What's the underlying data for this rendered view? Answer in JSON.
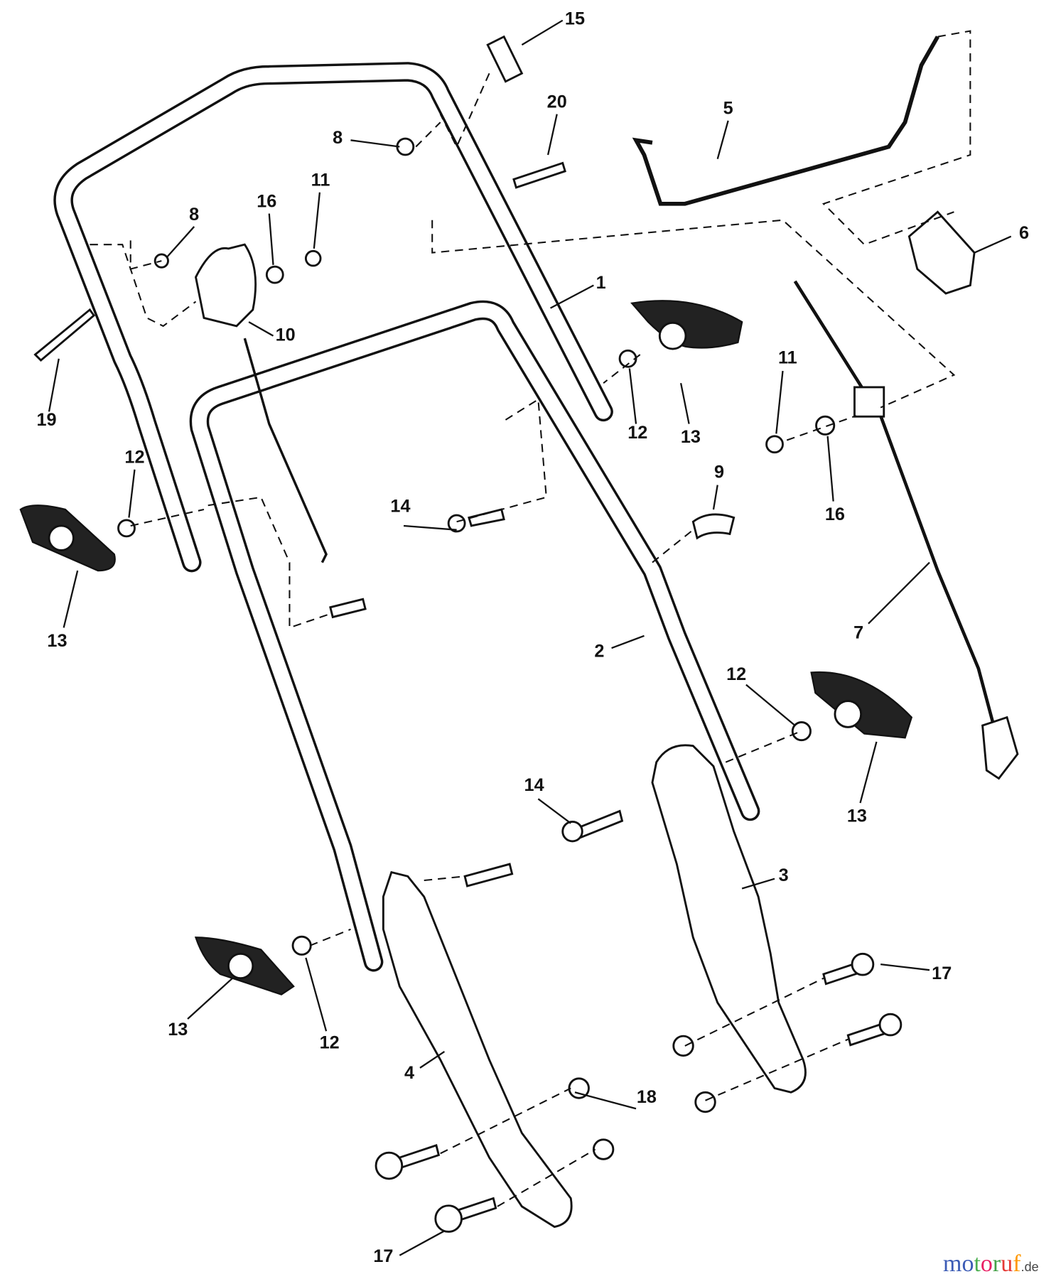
{
  "callouts": [
    "15",
    "20",
    "8",
    "5",
    "8",
    "16",
    "11",
    "6",
    "1",
    "10",
    "19",
    "11",
    "12",
    "13",
    "16",
    "12",
    "9",
    "14",
    "13",
    "7",
    "2",
    "12",
    "13",
    "14",
    "3",
    "17",
    "13",
    "12",
    "4",
    "18",
    "17"
  ],
  "watermark": {
    "text": "motoruf",
    "suffix": ".de",
    "colors": [
      "#3b5bb5",
      "#3b5bb5",
      "#4caf50",
      "#e91e63",
      "#43a047",
      "#e53935",
      "#ff9800",
      "#fbc02d"
    ]
  }
}
